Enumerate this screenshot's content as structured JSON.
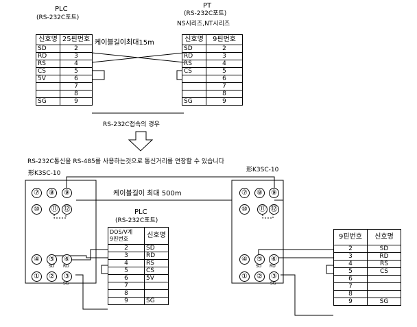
{
  "plc_top": {
    "title": "PLC",
    "subtitle": "(RS-232C포트)",
    "headers": [
      "신호명",
      "25핀번호"
    ],
    "rows": [
      {
        "sig": "SD",
        "pin": "2"
      },
      {
        "sig": "RD",
        "pin": "3"
      },
      {
        "sig": "RS",
        "pin": "4"
      },
      {
        "sig": "CS",
        "pin": "5"
      },
      {
        "sig": "5V",
        "pin": "6"
      },
      {
        "sig": "",
        "pin": "7"
      },
      {
        "sig": "",
        "pin": "8"
      },
      {
        "sig": "SG",
        "pin": "9"
      }
    ]
  },
  "pt": {
    "title": "PT",
    "subtitle": "(RS-232C포트)",
    "series": "NS시리즈,NT시리즈",
    "headers": [
      "신호명",
      "9핀번호"
    ],
    "rows": [
      {
        "sig": "SD",
        "pin": "2"
      },
      {
        "sig": "RD",
        "pin": "3"
      },
      {
        "sig": "RS",
        "pin": "4"
      },
      {
        "sig": "CS",
        "pin": "5"
      },
      {
        "sig": "",
        "pin": "6"
      },
      {
        "sig": "",
        "pin": "7"
      },
      {
        "sig": "",
        "pin": "8"
      },
      {
        "sig": "SG",
        "pin": "9"
      }
    ]
  },
  "cable_top": "케이블길이최대15m",
  "caption_top": "RS-232C접속의 경우",
  "description": "RS-232C통신을 RS-485를 사용하는것으로 통신거리를 연장할 수 있습니다",
  "converter_left": "形K3SC-10",
  "converter_right": "形K3SC-10",
  "cable_bottom": "케이블길이 최대 500m",
  "terminals": {
    "t7": "⑦",
    "t8": "⑧",
    "t9": "⑨",
    "t10": "⑩",
    "t11": "⑪",
    "t12": "⑫",
    "t4": "④",
    "t5": "⑤",
    "t6": "⑥",
    "t1": "①",
    "t2": "②",
    "t3": "③",
    "sd": "SD",
    "rd": "RD",
    "sg": "SG"
  },
  "plc_bottom": {
    "title": "PLC",
    "subtitle": "(RS-232C포트)",
    "header_pin_line1": "DOS/V계",
    "header_pin_line2": "9핀번호",
    "header_sig": "신호명",
    "rows": [
      {
        "pin": "2",
        "sig": "SD"
      },
      {
        "pin": "3",
        "sig": "RD"
      },
      {
        "pin": "4",
        "sig": "RS"
      },
      {
        "pin": "5",
        "sig": "CS"
      },
      {
        "pin": "6",
        "sig": "5V"
      },
      {
        "pin": "7",
        "sig": ""
      },
      {
        "pin": "8",
        "sig": ""
      },
      {
        "pin": "9",
        "sig": "SG"
      }
    ]
  },
  "device_right": {
    "headers": [
      "9핀번호",
      "신호명"
    ],
    "rows": [
      {
        "pin": "2",
        "sig": "SD"
      },
      {
        "pin": "3",
        "sig": "RD"
      },
      {
        "pin": "4",
        "sig": "RS"
      },
      {
        "pin": "5",
        "sig": "CS"
      },
      {
        "pin": "6",
        "sig": ""
      },
      {
        "pin": "7",
        "sig": ""
      },
      {
        "pin": "8",
        "sig": ""
      },
      {
        "pin": "9",
        "sig": "SG"
      }
    ]
  }
}
